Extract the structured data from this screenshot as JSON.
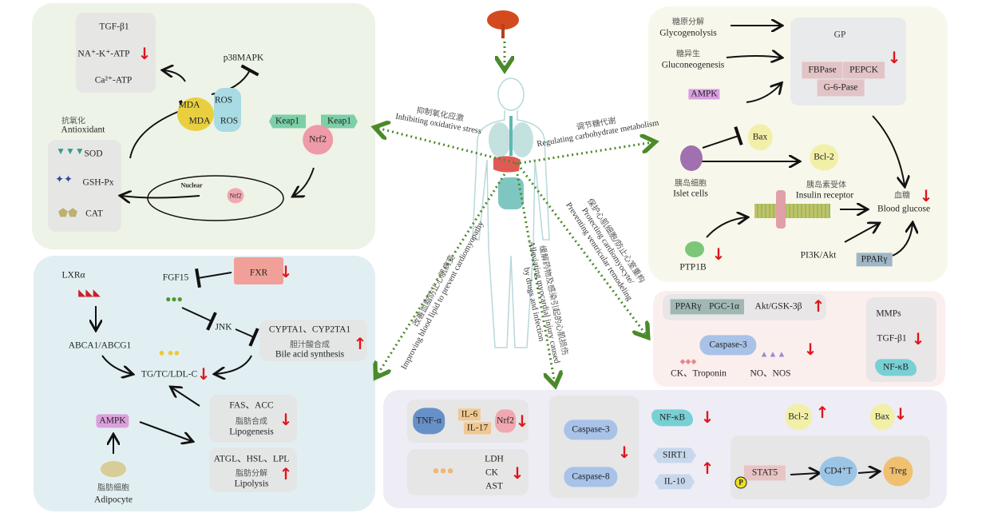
{
  "center": {
    "oxidative": {
      "zh": "抑制氧化应激",
      "en": "Inhibiting oxidative stress"
    },
    "carbohydrate": {
      "zh": "调节糖代谢",
      "en": "Regulating carbohydrate metabolism"
    },
    "lipid": {
      "zh": "改善血脂防止心肌病变",
      "en": "Improving blood lipid to prevent cardiomyopathy"
    },
    "myocardial": {
      "zh": "缓解药物及感染引起的心肌损伤",
      "en1": "Alleviating myocardial injury caused",
      "en2": "by drugs and infection"
    },
    "cardiomyocyte": {
      "zh": "保护心肌细胞/防止心室重构",
      "en1": "Protecting cardiomyocyte/",
      "en2": "Preventing ventricular remodeling"
    }
  },
  "oxidative_panel": {
    "tgf": "TGF-β1",
    "nak": "NA⁺-K⁺-ATP",
    "ca": "Ca²⁺-ATP",
    "p38": "p38MAPK",
    "mda": "MDA",
    "ros": "ROS",
    "antioxidant_zh": "抗氧化",
    "antioxidant_en": "Antioxidant",
    "sod": "SOD",
    "gsh": "GSH-Px",
    "cat": "CAT",
    "keap1": "Keap1",
    "nrf2": "Nrf2",
    "nuclear": "Nuclear"
  },
  "carb_panel": {
    "glycogenolysis_zh": "糖原分解",
    "glycogenolysis_en": "Glycogenolysis",
    "gluconeogenesis_zh": "糖异生",
    "gluconeogenesis_en": "Gluconeogenesis",
    "ampk": "AMPK",
    "gp": "GP",
    "fbpase": "FBPase",
    "pepck": "PEPCK",
    "g6pase": "G-6-Pase",
    "bax": "Bax",
    "bcl2": "Bcl-2",
    "islet_zh": "胰岛细胞",
    "islet_en": "Islet cells",
    "insulin_zh": "胰岛素受体",
    "insulin_en": "Insulin receptor",
    "glucose_zh": "血糖",
    "glucose_en": "Blood glucose",
    "ptp1b": "PTP1B",
    "pi3k": "PI3K/Akt",
    "ppar": "PPARγ"
  },
  "lipid_panel": {
    "lxr": "LXRα",
    "abca": "ABCA1/ABCG1",
    "fgf15": "FGF15",
    "fxr": "FXR",
    "jnk": "JNK",
    "cyp": "CYPTA1、CYP2TA1",
    "bile_zh": "胆汁酸合成",
    "bile_en": "Bile acid synthesis",
    "tg": "TG/TC/LDL-C",
    "fas": "FAS、ACC",
    "lipogenesis_zh": "脂肪合成",
    "lipogenesis_en": "Lipogenesis",
    "atgl": "ATGL、HSL、LPL",
    "lipolysis_zh": "脂肪分解",
    "lipolysis_en": "Lipolysis",
    "ampk": "AMPK",
    "adipocyte_zh": "脂肪细胞",
    "adipocyte_en": "Adipocyte"
  },
  "cardio_panel": {
    "ppar": "PPARγ",
    "pgc": "PGC-1α",
    "akt": "Akt/GSK-3β",
    "caspase3": "Caspase-3",
    "ck": "CK、Troponin",
    "no": "NO、NOS",
    "mmps": "MMPs",
    "tgf": "TGF-β1",
    "nfkb": "NF-κB"
  },
  "injury_panel": {
    "tnf": "TNF-α",
    "il6": "IL-6",
    "il17": "IL-17",
    "nrf2": "Nrf2",
    "ldh": "LDH",
    "ck": "CK",
    "ast": "AST",
    "caspase3": "Caspase-3",
    "caspase8": "Caspase-8",
    "nfkb": "NF-κB",
    "sirt1": "SIRT1",
    "il10": "IL-10",
    "bcl2": "Bcl-2",
    "bax": "Bax",
    "p": "P",
    "stat5": "STAT5",
    "cd4": "CD4⁺T",
    "treg": "Treg"
  },
  "arrows": {
    "up": "↑",
    "down": "↓"
  },
  "colors": {
    "increase": "#e0141b",
    "decrease": "#e0141b",
    "pathway": "#4a8a2a"
  }
}
